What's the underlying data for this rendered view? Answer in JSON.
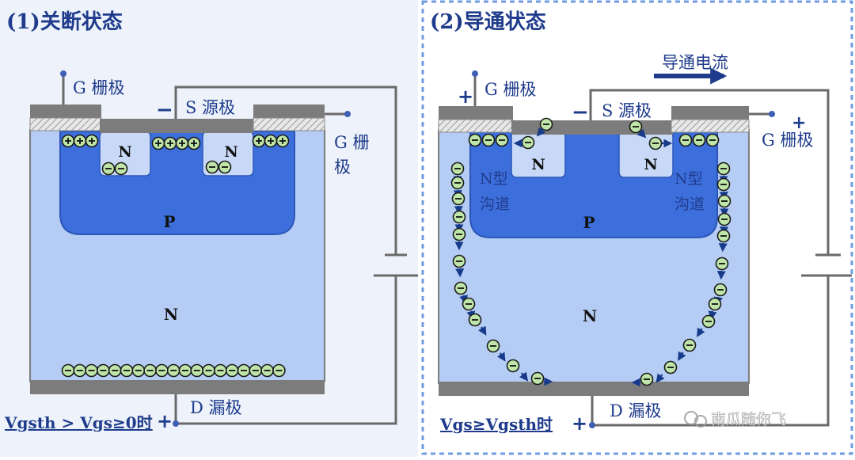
{
  "left_panel": {
    "title": "(1)关断状态",
    "gate_label_top": "G 栅极",
    "gate_label_right": "G 栅",
    "gate_label_right_2": "极",
    "source_label": "S 源极",
    "source_sign": "−",
    "drain_label": "D 漏极",
    "drain_sign": "+",
    "n_source_left": "N",
    "n_source_right": "N",
    "p_region": "P",
    "n_region": "N",
    "condition": "Vgsth > Vgs≥0时"
  },
  "right_panel": {
    "title": "(2)导通状态",
    "current_label": "导通电流",
    "gate_label_top": "G 栅极",
    "gate_sign_top": "+",
    "gate_label_right": "G 栅极",
    "gate_sign_right": "+",
    "source_label": "S 源极",
    "source_sign": "−",
    "drain_label": "D 漏极",
    "drain_sign": "+",
    "n_source_left": "N",
    "n_source_right": "N",
    "channel_left": "N型",
    "channel_left_2": "沟道",
    "channel_right": "N型",
    "channel_right_2": "沟道",
    "p_region": "P",
    "n_region": "N",
    "condition": "Vgs≥Vgsth时"
  },
  "watermark": "南瓜随你飞",
  "colors": {
    "title": "#1f3c8c",
    "label": "#1f3c8c",
    "n_region": "#b5ccf5",
    "p_region": "#3d6fdc",
    "n_plus": "#c7d9f7",
    "metal": "#7c7c7c",
    "electron": "#bfe6a8",
    "arrow": "#173a8a",
    "panel_left_bg": "#eef2fa",
    "panel_right_border": "#6f9be0",
    "wire": "#6a6a6a"
  }
}
